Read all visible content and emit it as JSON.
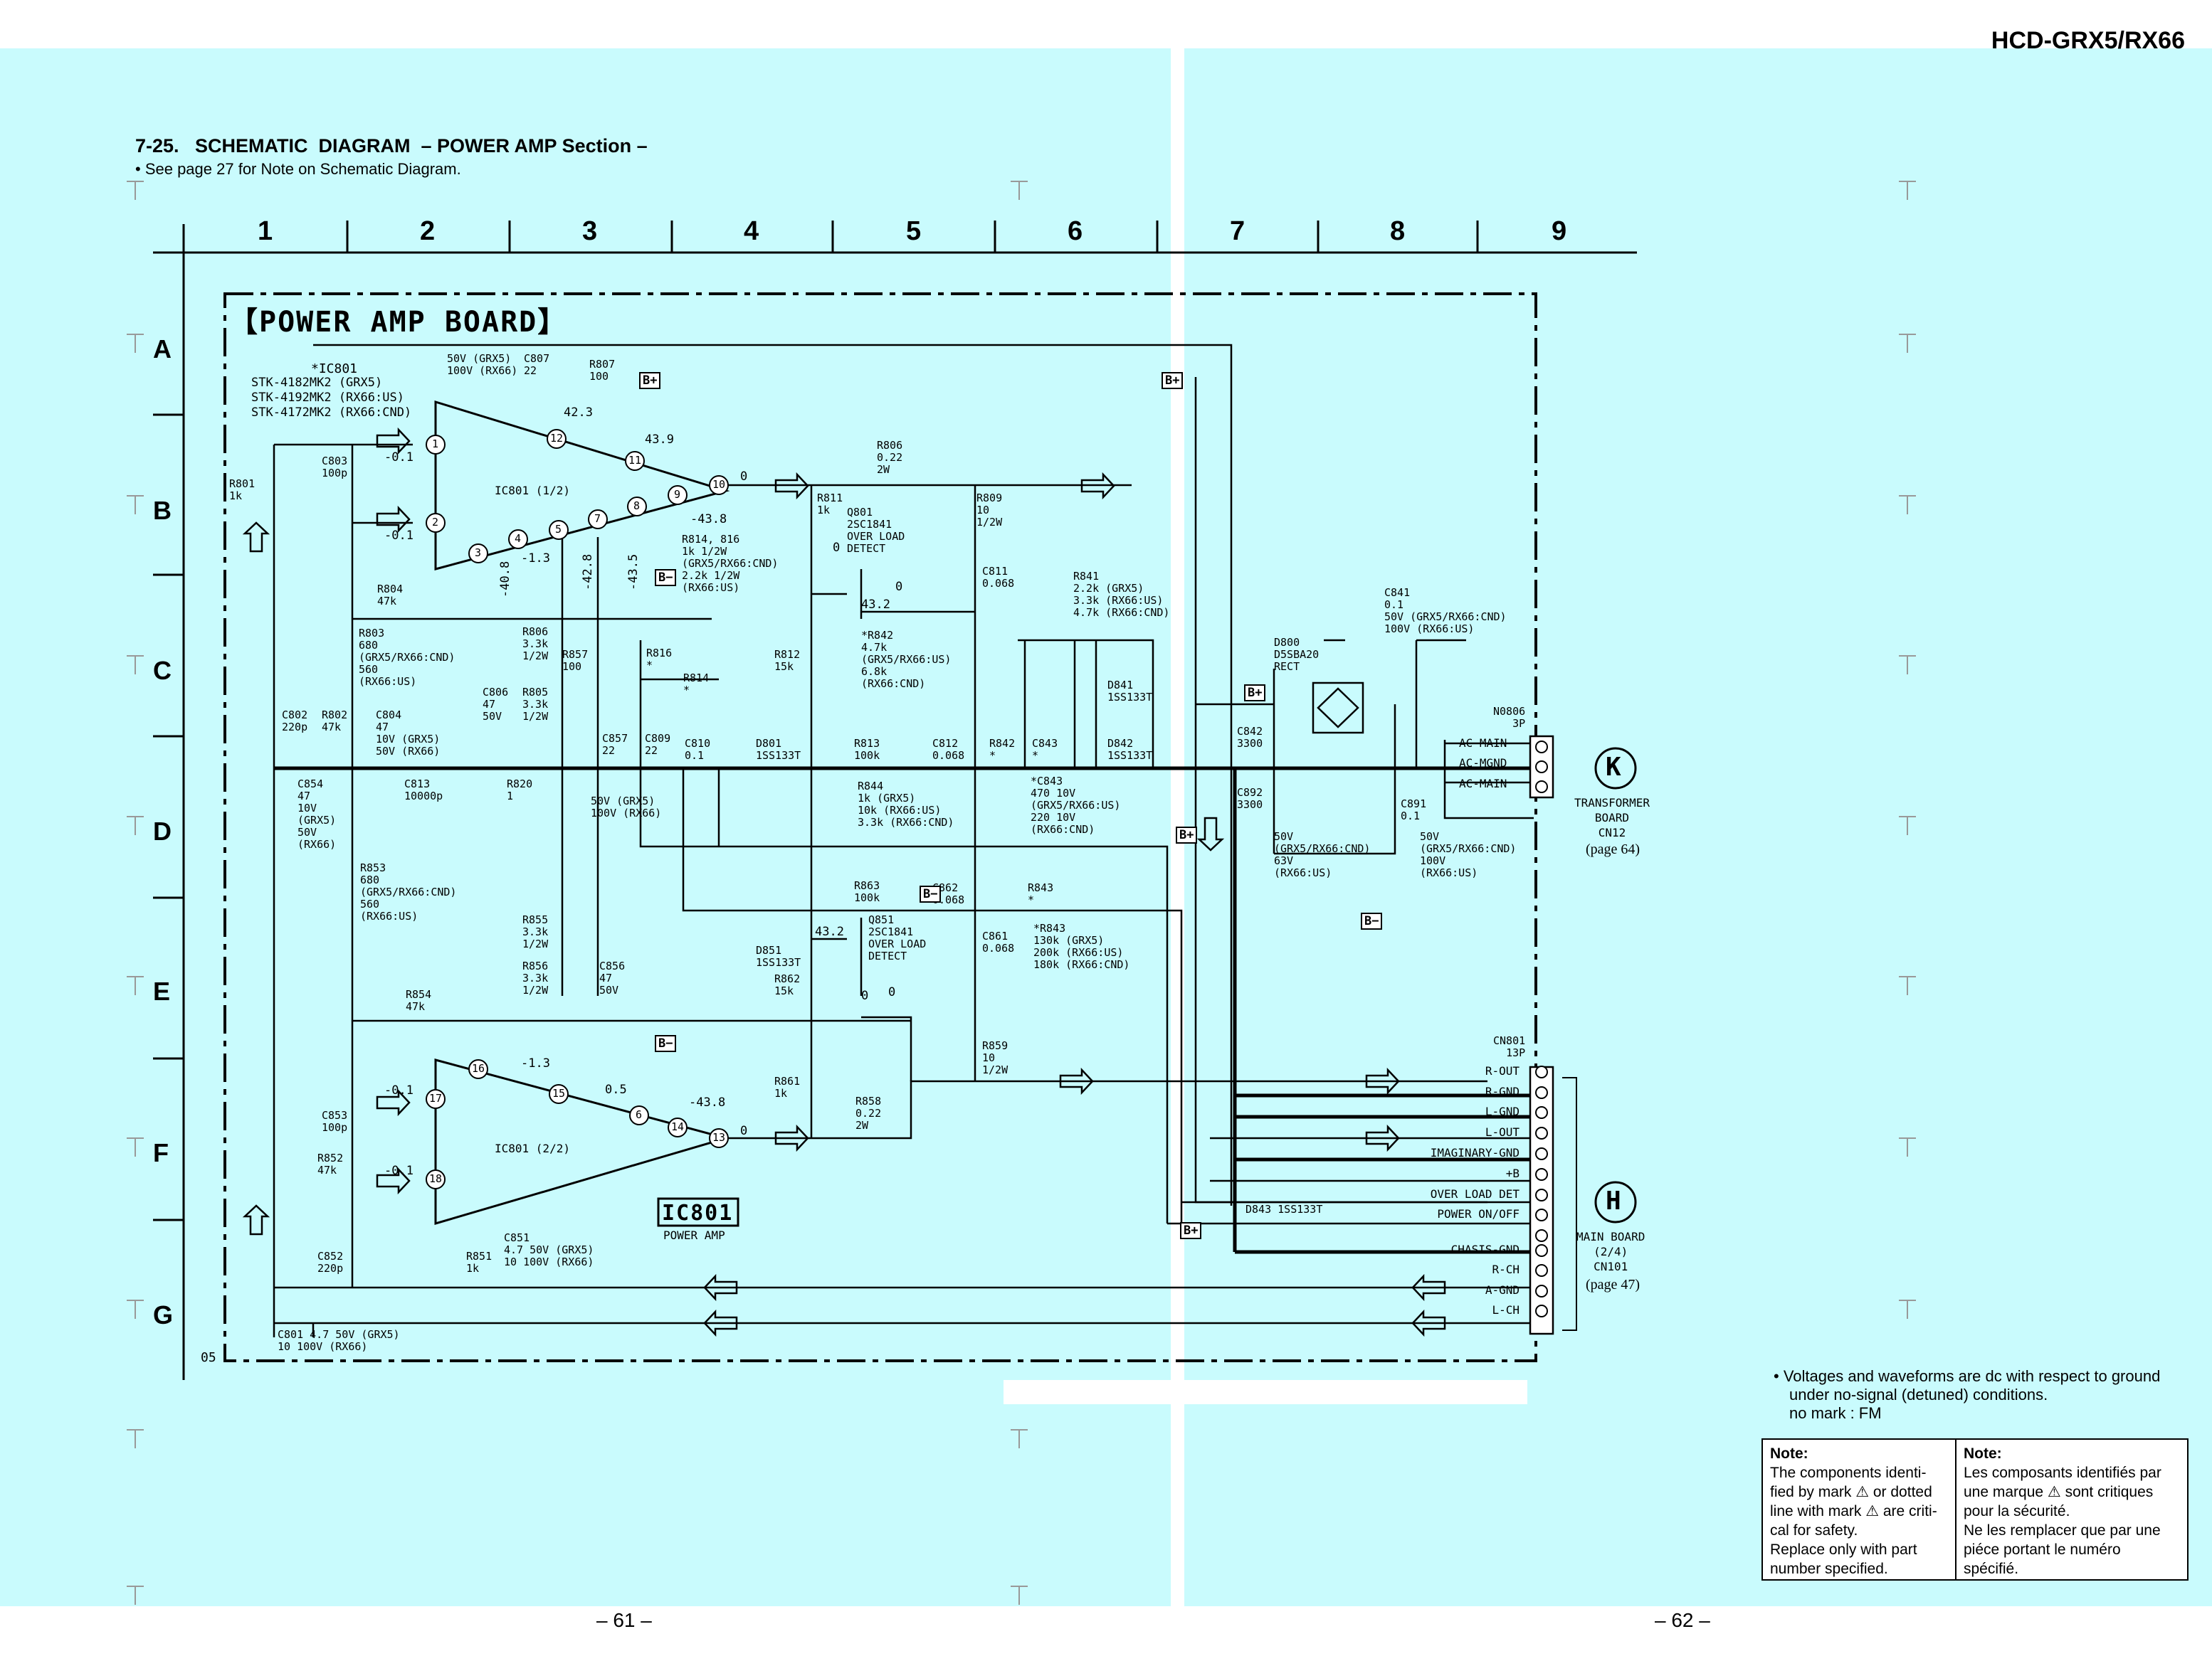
{
  "header": {
    "model": "HCD-GRX5/RX66",
    "section_title": "7-25.   SCHEMATIC  DIAGRAM  – POWER AMP Section –",
    "note_ref": "• See page 27 for Note on Schematic Diagram."
  },
  "grid": {
    "columns": [
      "1",
      "2",
      "3",
      "4",
      "5",
      "6",
      "7",
      "8",
      "9"
    ],
    "rows": [
      "A",
      "B",
      "C",
      "D",
      "E",
      "F",
      "G"
    ]
  },
  "board": {
    "title": "【POWER AMP BOARD】",
    "ic_label": "IC801",
    "ic_caption": "POWER AMP",
    "ic_top_part": "*IC801",
    "ic_parts": [
      "STK-4182MK2 (GRX5)",
      "STK-4192MK2 (RX66:US)",
      "STK-4172MK2 (RX66:CND)"
    ],
    "ic_half_top": "IC801 (1/2)",
    "ic_half_bottom": "IC801 (2/2)",
    "corner_code": "05"
  },
  "components": [
    {
      "label": "R801\n1k"
    },
    {
      "label": "C803\n100p"
    },
    {
      "label": "50V (GRX5)\n100V (RX66)"
    },
    {
      "label": "C807\n22"
    },
    {
      "label": "R807\n100"
    },
    {
      "label": "R806\n0.22\n2W"
    },
    {
      "label": "R811\n1k"
    },
    {
      "label": "Q801\n2SC1841\nOVER LOAD\nDETECT"
    },
    {
      "label": "R809\n10\n1/2W"
    },
    {
      "label": "C811\n0.068"
    },
    {
      "label": "R814, 816\n1k 1/2W\n(GRX5/RX66:CND)\n2.2k 1/2W\n(RX66:US)"
    },
    {
      "label": "R804\n47k"
    },
    {
      "label": "R803\n680\n(GRX5/RX66:CND)\n560\n(RX66:US)"
    },
    {
      "label": "R806\n3.3k\n1/2W"
    },
    {
      "label": "R857\n100"
    },
    {
      "label": "R816\n*"
    },
    {
      "label": "R814\n*"
    },
    {
      "label": "*R842\n4.7k\n(GRX5/RX66:US)\n6.8k\n(RX66:CND)"
    },
    {
      "label": "R812\n15k"
    },
    {
      "label": "R841\n2.2k (GRX5)\n3.3k (RX66:US)\n4.7k (RX66:CND)"
    },
    {
      "label": "D841\n1SS133T"
    },
    {
      "label": "C841\n0.1\n50V (GRX5/RX66:CND)\n100V (RX66:US)"
    },
    {
      "label": "D800\nD5SBA20\nRECT"
    },
    {
      "label": "C842\n3300"
    },
    {
      "label": "C806\n47\n50V"
    },
    {
      "label": "R805\n3.3k\n1/2W"
    },
    {
      "label": "C857\n22"
    },
    {
      "label": "C809\n22"
    },
    {
      "label": "C810\n0.1"
    },
    {
      "label": "D801\n1SS133T"
    },
    {
      "label": "R813\n100k"
    },
    {
      "label": "C812\n0.068"
    },
    {
      "label": "R842\n*"
    },
    {
      "label": "C843\n*"
    },
    {
      "label": "D842\n1SS133T"
    },
    {
      "label": "C802\n220p"
    },
    {
      "label": "R802\n47k"
    },
    {
      "label": "C804\n47\n10V (GRX5)\n50V (RX66)"
    },
    {
      "label": "C854\n47\n10V\n(GRX5)\n50V\n(RX66)"
    },
    {
      "label": "C813\n10000p"
    },
    {
      "label": "R820\n1"
    },
    {
      "label": "50V (GRX5)\n100V (RX66)"
    },
    {
      "label": "R844\n1k (GRX5)\n10k (RX66:US)\n3.3k (RX66:CND)"
    },
    {
      "label": "*C843\n470 10V\n(GRX5/RX66:US)\n220 10V\n(RX66:CND)"
    },
    {
      "label": "C892\n3300"
    },
    {
      "label": "C891\n0.1"
    },
    {
      "label": "50V\n(GRX5/RX66:CND)\n63V\n(RX66:US)"
    },
    {
      "label": "50V\n(GRX5/RX66:CND)\n100V\n(RX66:US)"
    },
    {
      "label": "R853\n680\n(GRX5/RX66:CND)\n560\n(RX66:US)"
    },
    {
      "label": "R863\n100k"
    },
    {
      "label": "C862\n0.068"
    },
    {
      "label": "R843\n*"
    },
    {
      "label": "R855\n3.3k\n1/2W"
    },
    {
      "label": "R856\n3.3k\n1/2W"
    },
    {
      "label": "C856\n47\n50V"
    },
    {
      "label": "D851\n1SS133T"
    },
    {
      "label": "Q851\n2SC1841\nOVER LOAD\nDETECT"
    },
    {
      "label": "R862\n15k"
    },
    {
      "label": "C861\n0.068"
    },
    {
      "label": "*R843\n130k (GRX5)\n200k (RX66:US)\n180k (RX66:CND)"
    },
    {
      "label": "R854\n47k"
    },
    {
      "label": "R859\n10\n1/2W"
    },
    {
      "label": "C853\n100p"
    },
    {
      "label": "R852\n47k"
    },
    {
      "label": "R861\n1k"
    },
    {
      "label": "R858\n0.22\n2W"
    },
    {
      "label": "C852\n220p"
    },
    {
      "label": "R851\n1k"
    },
    {
      "label": "C851\n4.7 50V (GRX5)\n10 100V (RX66)"
    },
    {
      "label": "D843 1SS133T"
    },
    {
      "label": "C801 4.7 50V (GRX5)\n10 100V (RX66)"
    }
  ],
  "voltages": [
    "-0.1",
    "-0.1",
    "42.3",
    "43.9",
    "0",
    "-43.8",
    "-1.3",
    "-40.8",
    "-42.8",
    "-43.5",
    "0",
    "0",
    "43.2",
    "-0.1",
    "-0.1",
    "-1.3",
    "0.5",
    "-43.8",
    "0",
    "43.2",
    "0",
    "0"
  ],
  "pins": [
    "1",
    "2",
    "3",
    "4",
    "5",
    "6",
    "7",
    "8",
    "9",
    "10",
    "11",
    "12",
    "13",
    "14",
    "15",
    "16",
    "17",
    "18"
  ],
  "supply_flags": [
    "B+",
    "B+",
    "B+",
    "B+",
    "B+",
    "B−",
    "B−",
    "B−",
    "B−"
  ],
  "connectors": {
    "transformer": {
      "id": "K",
      "header": "N0806\n3P",
      "lines": [
        "AC-MAIN",
        "AC-MGND",
        "AC-MAIN"
      ],
      "caption": "TRANSFORMER\nBOARD\nCN12",
      "page": "(page 64)"
    },
    "main": {
      "id": "H",
      "header": "CN801\n13P",
      "lines": [
        "R-OUT",
        "R-GND",
        "L-GND",
        "L-OUT",
        "IMAGINARY-GND",
        "+B",
        "OVER LOAD DET",
        "POWER ON/OFF",
        "CHASIS-GND",
        "R-CH",
        "A-GND",
        "L-CH"
      ],
      "caption": "MAIN BOARD\n(2/4)\nCN101",
      "page": "(page 47)"
    }
  },
  "voltage_note": {
    "lines": [
      "•  Voltages and waveforms are dc with respect to ground",
      "under no-signal (detuned) conditions.",
      "no mark  : FM"
    ]
  },
  "safety_note": {
    "en_title": "Note:",
    "en_lines": [
      "The components identi-",
      "fied by mark ⚠ or dotted",
      "line with mark ⚠ are criti-",
      "cal for safety.",
      "Replace only with part",
      "number specified."
    ],
    "fr_title": "Note:",
    "fr_lines": [
      "Les composants identifiés par",
      "une marque ⚠ sont critiques",
      "pour la sécurité.",
      "Ne les remplacer que par une",
      "piéce portant le numéro",
      "spécifié."
    ]
  },
  "pages": {
    "left": "– 61 –",
    "right": "– 62 –"
  },
  "colors": {
    "background": "#c9fbfd",
    "ink": "#000000",
    "paper": "#ffffff"
  }
}
